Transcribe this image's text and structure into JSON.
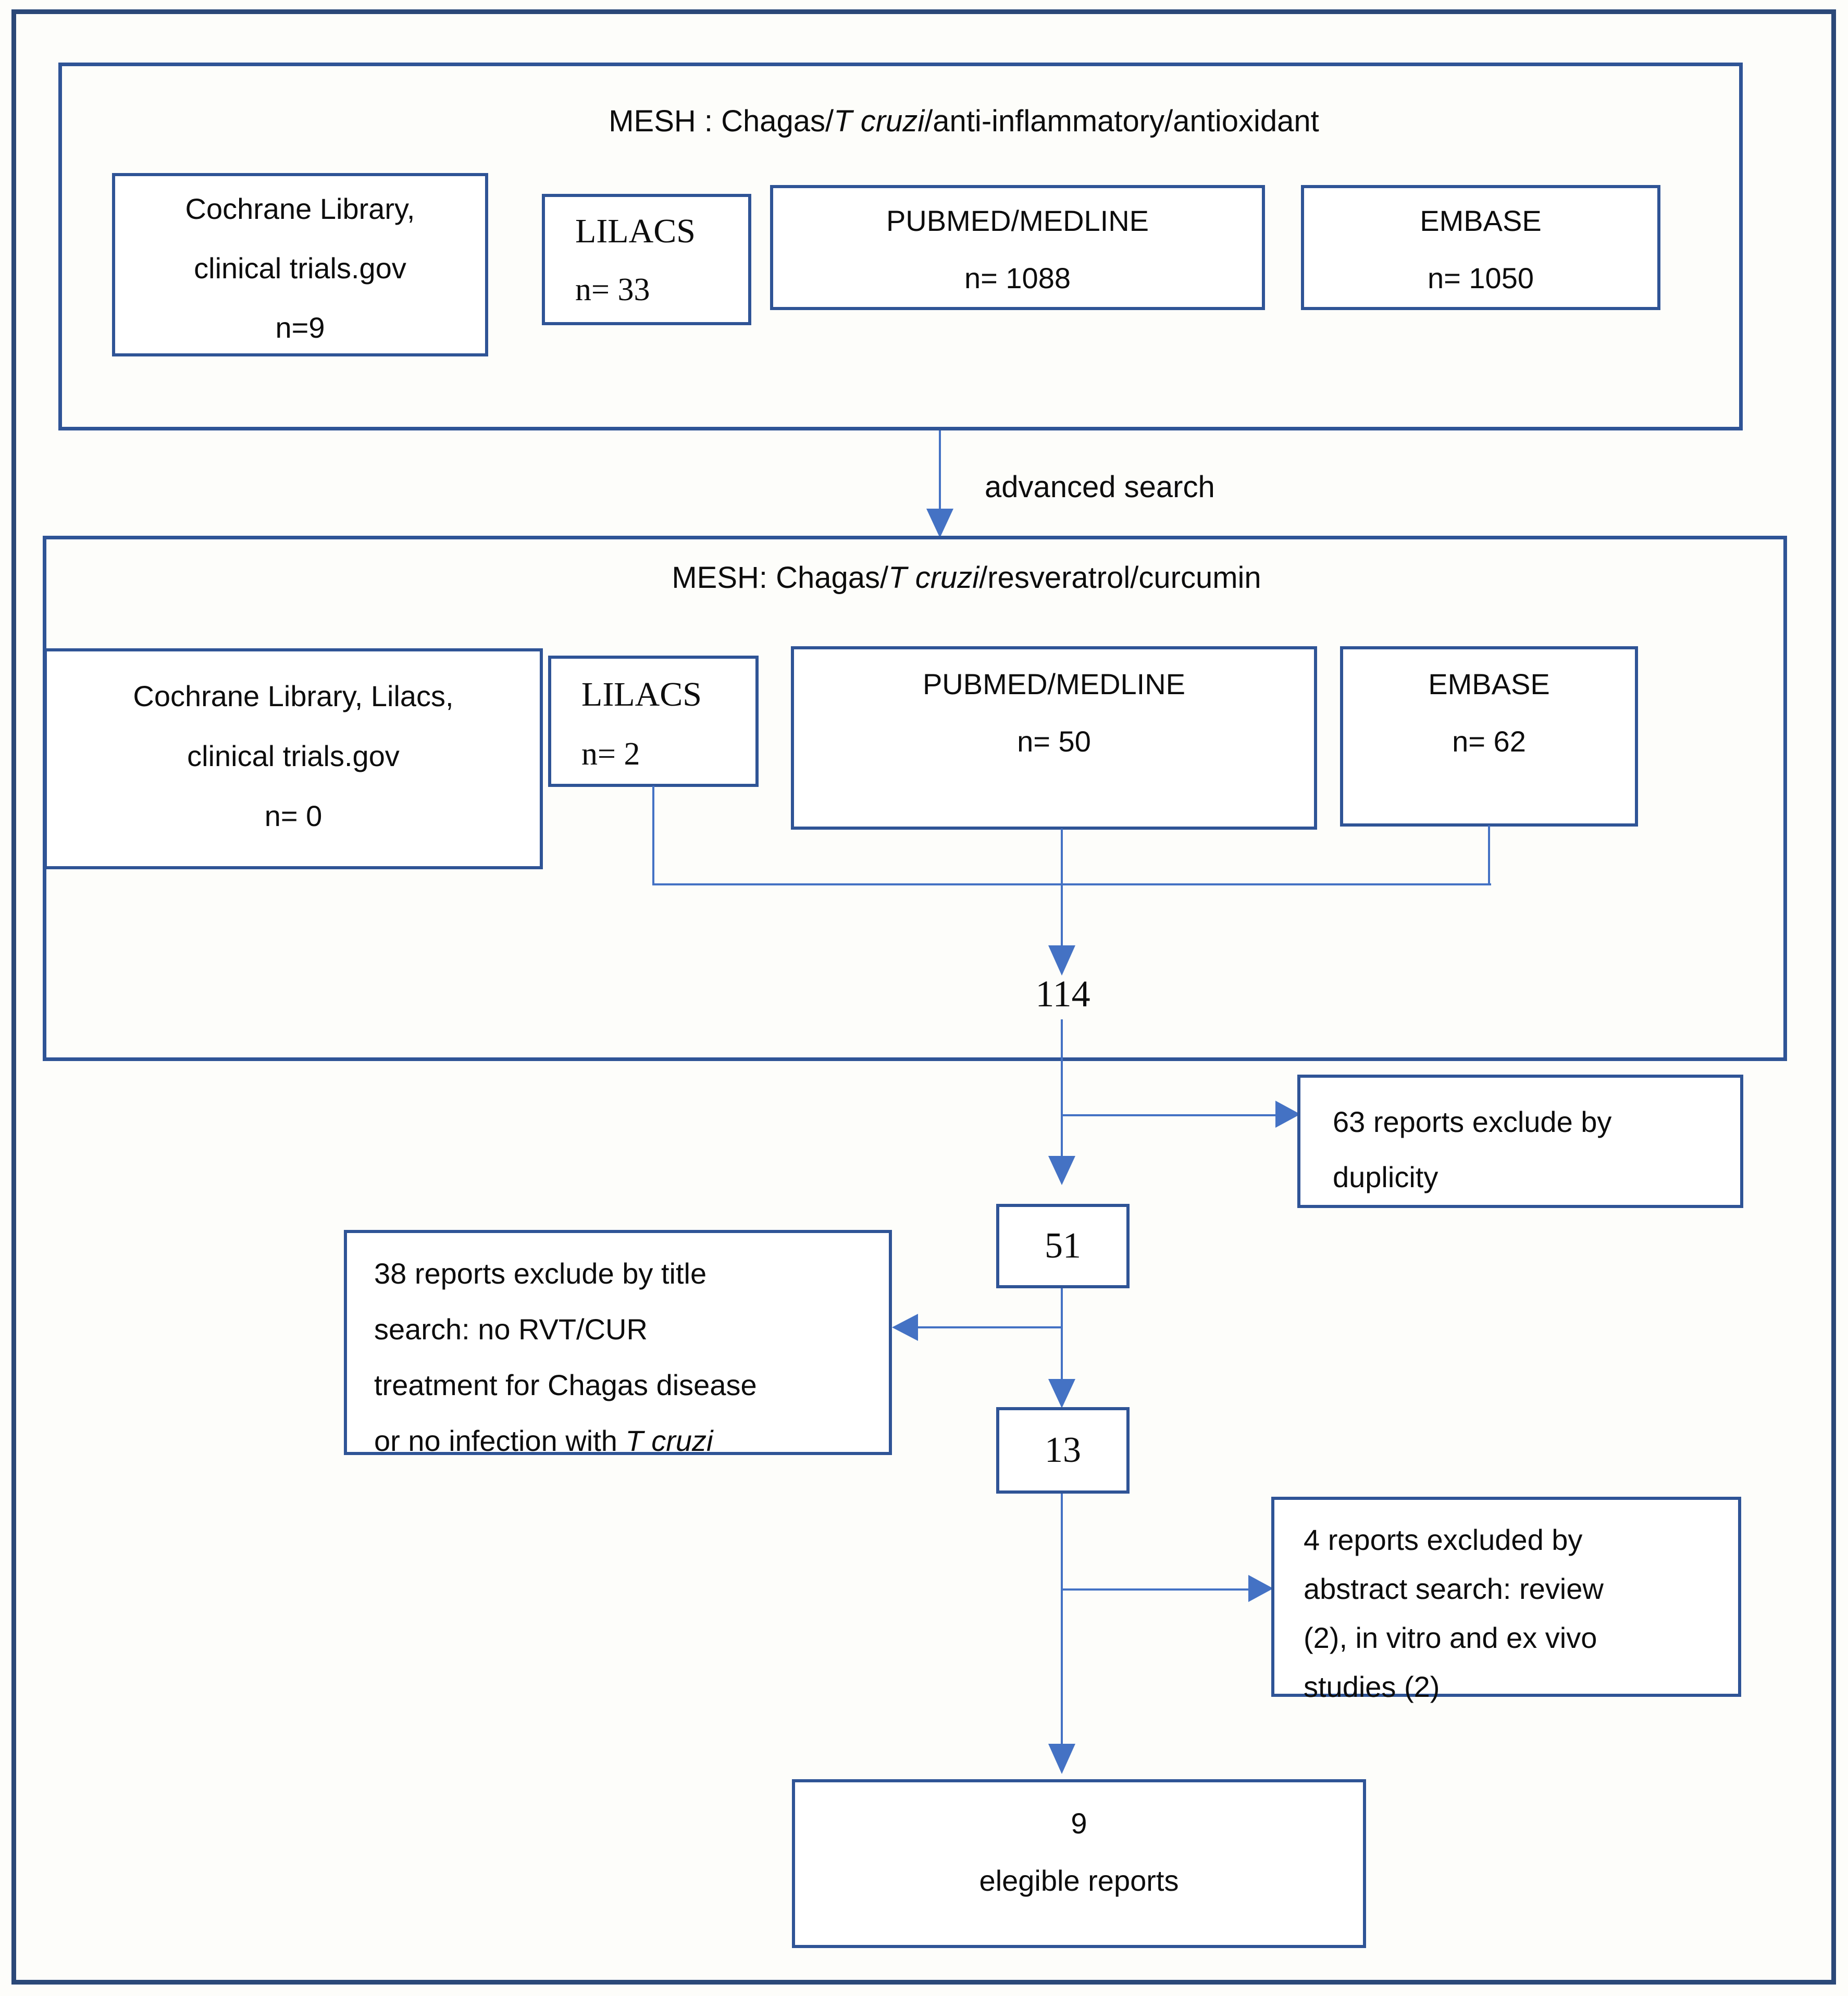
{
  "section1": {
    "title": {
      "pre": "MESH : Chagas/",
      "italic": "T cruzi",
      "post": "/anti-inflammatory/antioxidant"
    },
    "boxes": {
      "cochrane": {
        "lines": [
          "Cochrane Library,",
          "clinical trials.gov",
          "n=9"
        ]
      },
      "lilacs": {
        "lines": [
          "LILACS",
          "n= 33"
        ]
      },
      "pubmed": {
        "lines": [
          "PUBMED/MEDLINE",
          "n= 1088"
        ]
      },
      "embase": {
        "lines": [
          "EMBASE",
          "n= 1050"
        ]
      }
    }
  },
  "arrow1": {
    "label": "advanced search"
  },
  "section2": {
    "title": {
      "pre": "MESH: Chagas/",
      "italic": "T cruzi",
      "post": "/resveratrol/curcumin"
    },
    "boxes": {
      "cochrane": {
        "lines": [
          "Cochrane Library, Lilacs,",
          "clinical trials.gov",
          "n= 0"
        ]
      },
      "lilacs": {
        "lines": [
          "LILACS",
          "n= 2"
        ]
      },
      "pubmed": {
        "lines": [
          "PUBMED/MEDLINE",
          "n= 50"
        ]
      },
      "embase": {
        "lines": [
          "EMBASE",
          "n= 62"
        ]
      }
    },
    "total": "114"
  },
  "flow": {
    "excluded_duplicity": {
      "lines": [
        "63 reports exclude by",
        "duplicity"
      ]
    },
    "count_51": "51",
    "excluded_title": {
      "lines": [
        "38 reports exclude by title",
        "search: no RVT/CUR",
        "treatment for Chagas disease"
      ],
      "last_pre": "or no infection with ",
      "last_italic": "T cruzi"
    },
    "count_13": "13",
    "excluded_abstract": {
      "lines": [
        "4  reports excluded by",
        "abstract search:  review",
        "(2), in vitro and  ex vivo",
        "studies (2)"
      ]
    },
    "final": {
      "lines": [
        "9",
        "elegible reports"
      ]
    }
  }
}
